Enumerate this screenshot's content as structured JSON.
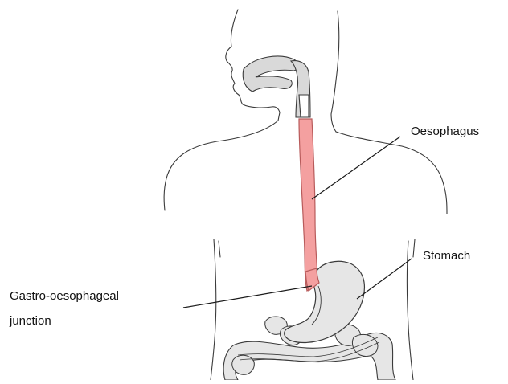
{
  "colors": {
    "outline": "#3a3a3a",
    "oesophagus_fill": "#f4a0a0",
    "oesophagus_stroke": "#b85b5b",
    "organ_fill": "#e6e6e6",
    "cavity_fill": "#d9d9d9",
    "leader_line": "#1a1a1a"
  },
  "labels": {
    "oesophagus": "Oesophagus",
    "stomach": "Stomach",
    "gej_line1": "Gastro-oesophageal",
    "gej_line2": "junction"
  }
}
